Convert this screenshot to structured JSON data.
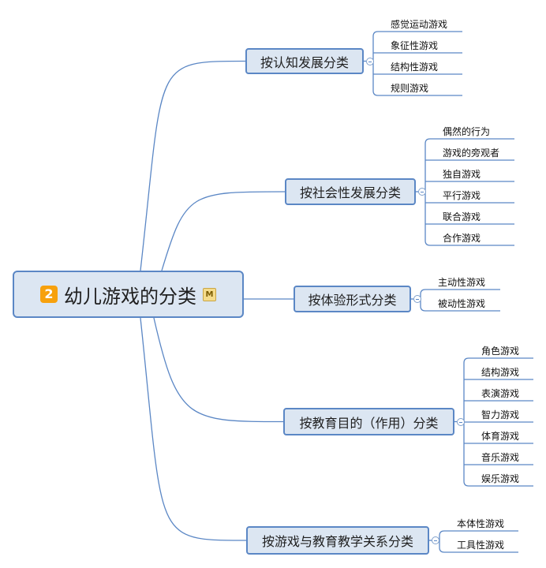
{
  "root": {
    "badge": "2",
    "label": "幼儿游戏的分类",
    "marker": "M"
  },
  "branches": [
    {
      "label": "按认知发展分类",
      "children": [
        "感觉运动游戏",
        "象征性游戏",
        "结构性游戏",
        "规则游戏"
      ]
    },
    {
      "label": "按社会性发展分类",
      "children": [
        "偶然的行为",
        "游戏的旁观者",
        "独自游戏",
        "平行游戏",
        "联合游戏",
        "合作游戏"
      ]
    },
    {
      "label": "按体验形式分类",
      "children": [
        "主动性游戏",
        "被动性游戏"
      ]
    },
    {
      "label": "按教育目的（作用）分类",
      "children": [
        "角色游戏",
        "结构游戏",
        "表演游戏",
        "智力游戏",
        "体育游戏",
        "音乐游戏",
        "娱乐游戏"
      ]
    },
    {
      "label": "按游戏与教育教学关系分类",
      "children": [
        "本体性游戏",
        "工具性游戏"
      ]
    }
  ],
  "colors": {
    "line": "#5b87c5",
    "node_fill": "#dce6f2",
    "badge": "#f7a10d"
  }
}
